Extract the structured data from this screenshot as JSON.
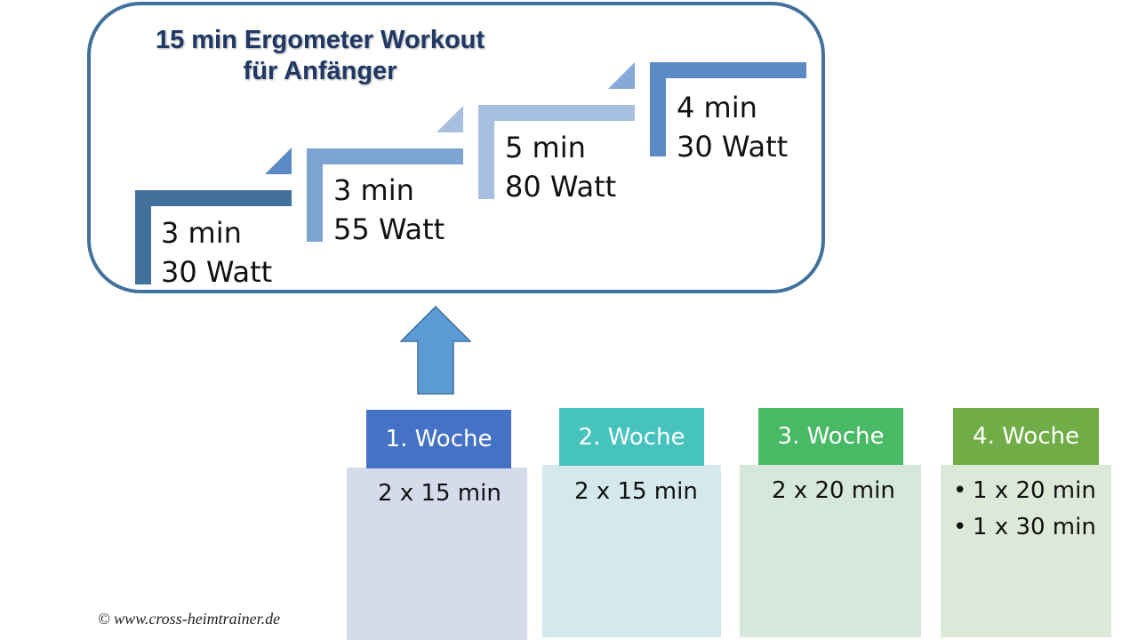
{
  "workout": {
    "title_line1": "15 min Ergometer Workout",
    "title_line2": "für Anfänger",
    "steps": [
      {
        "duration": "3 min",
        "power": "30 Watt",
        "color": "#41719c"
      },
      {
        "duration": "3 min",
        "power": "55 Watt",
        "color": "#7ea4d3"
      },
      {
        "duration": "5 min",
        "power": "80 Watt",
        "color": "#a7c0e2"
      },
      {
        "duration": "4 min",
        "power": "30 Watt",
        "color": "#5b8ac4"
      }
    ]
  },
  "weeks": [
    {
      "label": "1. Woche",
      "header_color": "#4472c4",
      "body_color": "#d6dbec",
      "items": [
        "2 x 15 min"
      ],
      "bulleted": false
    },
    {
      "label": "2. Woche",
      "header_color": "#47c3bd",
      "body_color": "#d5e8ec",
      "items": [
        "2 x 15 min"
      ],
      "bulleted": false
    },
    {
      "label": "3. Woche",
      "header_color": "#48b965",
      "body_color": "#d6e8dc",
      "items": [
        "2 x 20 min"
      ],
      "bulleted": false
    },
    {
      "label": "4. Woche",
      "header_color": "#70ad47",
      "body_color": "#dde9d8",
      "items": [
        "1 x 20 min",
        "1 x 30 min"
      ],
      "bulleted": true
    }
  ],
  "arrow_color": "#5b9bd5",
  "copyright": "© www.cross-heimtrainer.de"
}
